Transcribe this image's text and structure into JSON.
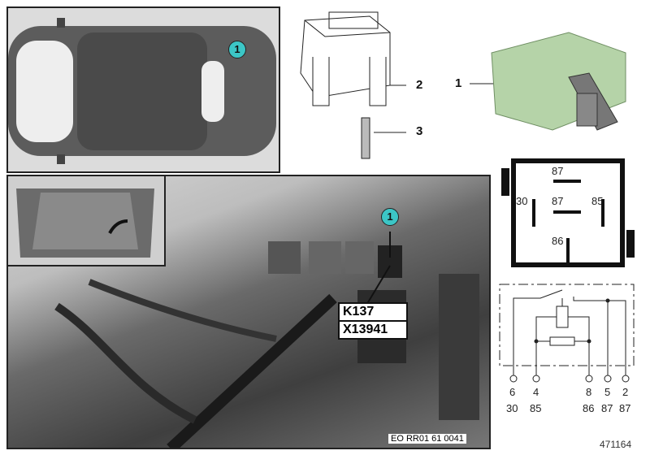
{
  "callouts": {
    "location_marker": "1",
    "photo_marker": "1"
  },
  "parts": [
    {
      "number": "1",
      "name": "relay"
    },
    {
      "number": "2",
      "name": "connector-housing"
    },
    {
      "number": "3",
      "name": "terminal"
    }
  ],
  "photo_labels": {
    "component": "K137",
    "connector": "X13941",
    "code": "EO RR01 61 0041"
  },
  "pinout_top": {
    "pins": [
      "87",
      "30",
      "87",
      "85",
      "86"
    ]
  },
  "schematic": {
    "pin_numbers": [
      "6",
      "4",
      "8",
      "5",
      "2"
    ],
    "terminal_designations": [
      "30",
      "85",
      "86",
      "87",
      "87"
    ]
  },
  "diagram_id": "471164",
  "colors": {
    "callout": "#3cc6c6",
    "relay_body": "#b5d3a8"
  }
}
